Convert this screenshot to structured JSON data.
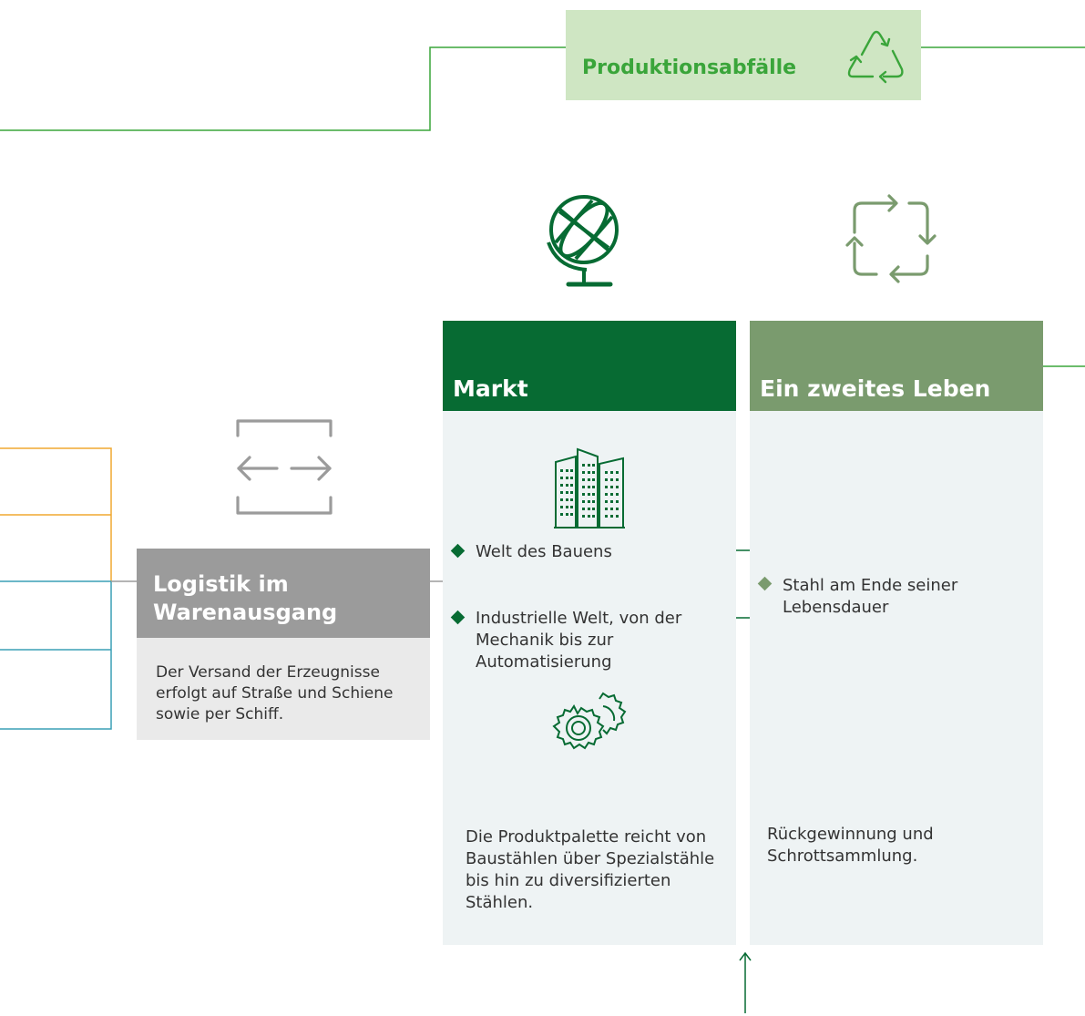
{
  "waste": {
    "label": "Produktionsabfälle"
  },
  "markt": {
    "title": "Markt",
    "items": [
      "Welt des Bauens",
      "Industrielle Welt, von der Mechanik bis zur Automatisierung"
    ],
    "description": "Die Produktpalette reicht von Baustählen über Spezialstähle bis hin zu diversifizierten Stählen."
  },
  "leben": {
    "title": "Ein zweites Leben",
    "item": "Stahl am Ende seiner Lebensdauer",
    "description": "Rückgewinnung und Schrottsammlung."
  },
  "logistik": {
    "title": "Logistik im Warenausgang",
    "description": "Der Versand der Erzeugnisse erfolgt auf Straße und Schiene sowie per Schiff."
  },
  "icons": [
    "recycle-icon",
    "globe-icon",
    "cycle-arrows-icon",
    "exchange-arrows-icon",
    "buildings-icon",
    "gears-icon"
  ],
  "colors": {
    "dark_green": "#076b33",
    "sage_green": "#7a9b6e",
    "light_green": "#cfe6c3",
    "line_green": "#3aa53a",
    "grey": "#9b9b9b",
    "orange": "#f0a830",
    "teal": "#3a9fb5"
  }
}
